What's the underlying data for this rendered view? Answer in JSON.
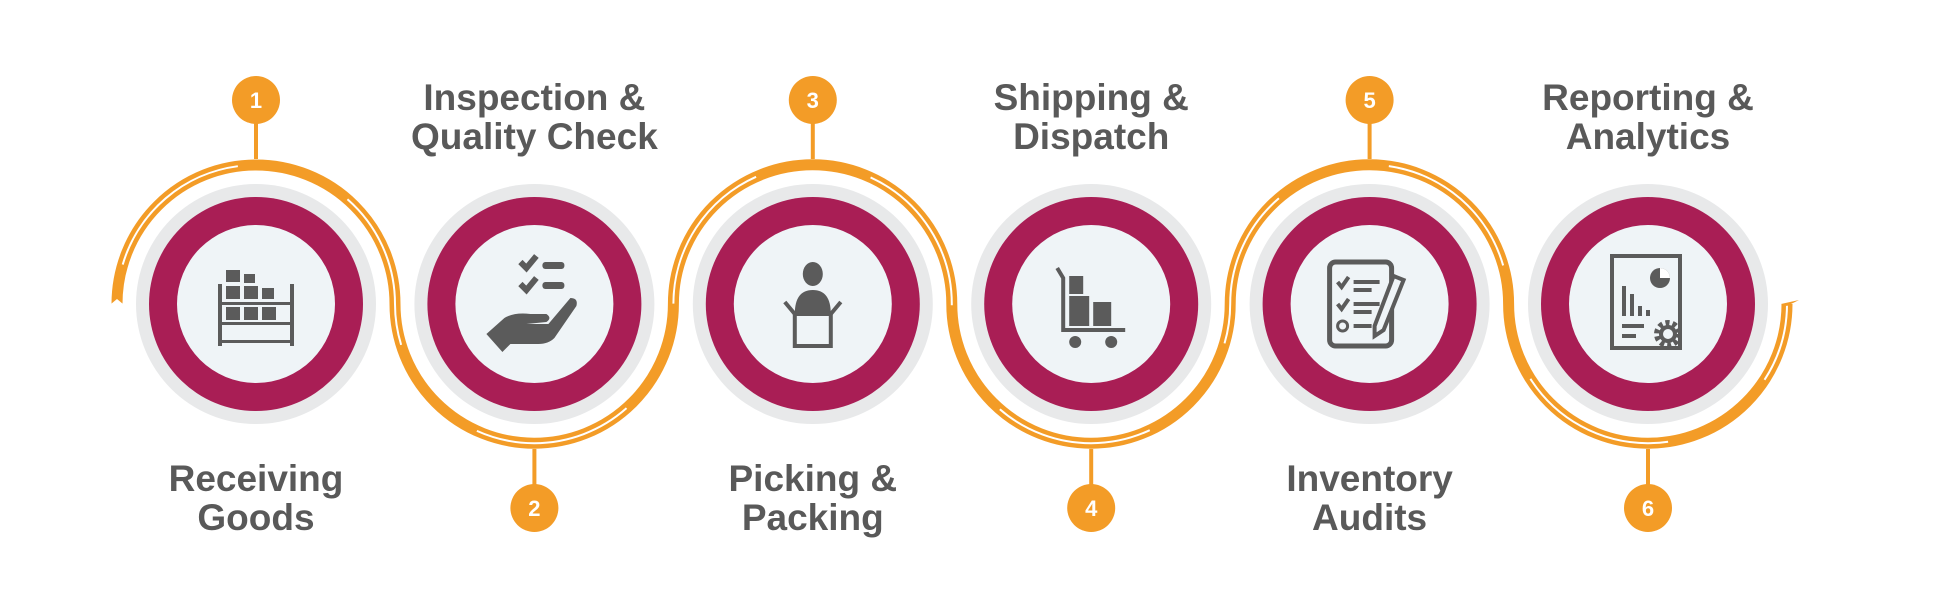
{
  "colors": {
    "accent": "#F39C27",
    "ring": "#A91E55",
    "halo": "#E8E9EA",
    "inner": "#EFF4F7",
    "icon": "#5B5B5B",
    "text": "#595959"
  },
  "steps": [
    {
      "number": "1",
      "line1": "Receiving",
      "line2": "Goods",
      "icon": "shelf-boxes-icon"
    },
    {
      "number": "2",
      "line1": "Inspection &",
      "line2": "Quality Check",
      "icon": "hand-checklist-icon"
    },
    {
      "number": "3",
      "line1": "Picking &",
      "line2": "Packing",
      "icon": "person-box-icon"
    },
    {
      "number": "4",
      "line1": "Shipping &",
      "line2": "Dispatch",
      "icon": "hand-truck-icon"
    },
    {
      "number": "5",
      "line1": "Inventory",
      "line2": "Audits",
      "icon": "clipboard-pencil-icon"
    },
    {
      "number": "6",
      "line1": "Reporting &",
      "line2": "Analytics",
      "icon": "report-gear-icon"
    }
  ]
}
